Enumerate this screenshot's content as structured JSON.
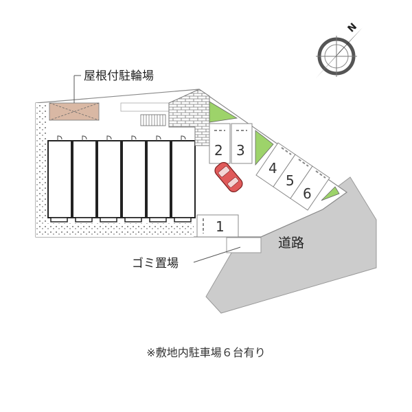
{
  "labels": {
    "bicycle_parking": "屋根付駐輪場",
    "garbage_area": "ゴミ置場",
    "road": "道路"
  },
  "parking_spaces": [
    "1",
    "2",
    "3",
    "4",
    "5",
    "6"
  ],
  "compass": {
    "north_label": "N",
    "icon": "compass-rose-icon"
  },
  "footer_note": "※敷地内駐車場６台有り",
  "colors": {
    "road": "#cccccc",
    "green_area": "#9dd36a",
    "car": "#e05a5a",
    "bike_roof": "#d9b8a4"
  }
}
